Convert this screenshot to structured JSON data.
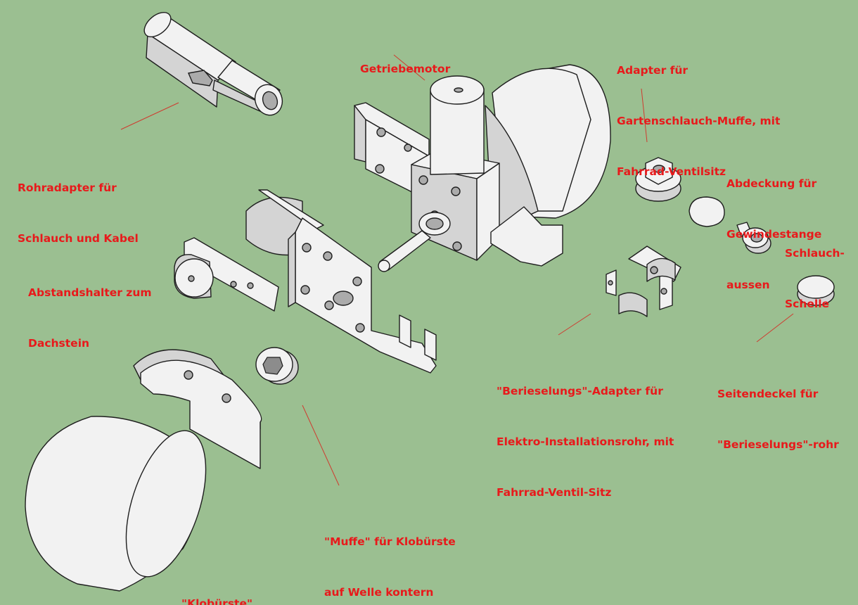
{
  "labels": {
    "getriebemotor": [
      "Getriebemotor"
    ],
    "adapter_gartenschlauch": [
      "Adapter für",
      "Gartenschlauch-Muffe, mit",
      "Fahrrad-Ventilsitz"
    ],
    "rohradapter": [
      "Rohradapter für",
      "Schlauch und Kabel"
    ],
    "abdeckung": [
      "Abdeckung für",
      "Gewindestange",
      "aussen"
    ],
    "schlauchschelle": [
      "Schlauch-",
      "Schelle"
    ],
    "abstandshalter": [
      "Abstandshalter zum",
      "Dachstein"
    ],
    "berieselungs_adapter": [
      "\"Berieselungs\"-Adapter für",
      "Elektro-Installationsrohr, mit",
      "Fahrrad-Ventil-Sitz"
    ],
    "seitendeckel": [
      "Seitendeckel für",
      "\"Berieselungs\"-rohr"
    ],
    "muffe": [
      "\"Muffe\" für Klobürste",
      "auf Welle kontern"
    ],
    "klobuerste": [
      "\"Klobürste\""
    ]
  },
  "colors": {
    "background": "#9bbf91",
    "label_text": "#e8191b",
    "leader_line": "#cf3b2f",
    "part_fill": "#f2f2f2"
  }
}
